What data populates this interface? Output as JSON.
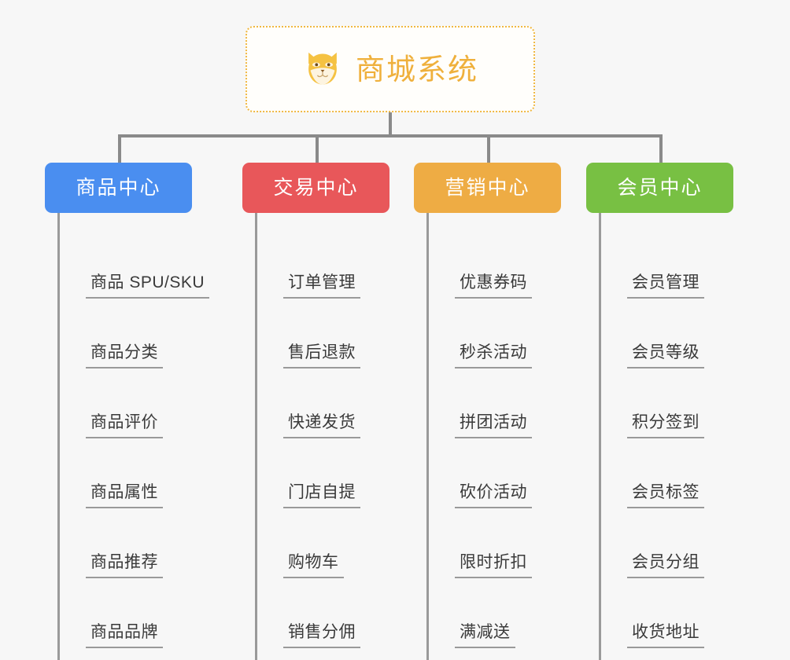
{
  "root": {
    "title": "商城系统",
    "icon": "shiba-dog-face-emoji",
    "border_color": "#f0b842",
    "text_color": "#efb03c"
  },
  "canvas": {
    "background_color": "#f7f7f7",
    "connector_color": "#8a8a8a"
  },
  "branches": [
    {
      "label": "商品中心",
      "color": "#4a8ef0",
      "items": [
        "商品 SPU/SKU",
        "商品分类",
        "商品评价",
        "商品属性",
        "商品推荐",
        "商品品牌"
      ]
    },
    {
      "label": "交易中心",
      "color": "#e8575a",
      "items": [
        "订单管理",
        "售后退款",
        "快递发货",
        "门店自提",
        "购物车",
        "销售分佣"
      ]
    },
    {
      "label": "营销中心",
      "color": "#eeac44",
      "items": [
        "优惠券码",
        "秒杀活动",
        "拼团活动",
        "砍价活动",
        "限时折扣",
        "满减送"
      ]
    },
    {
      "label": "会员中心",
      "color": "#78c043",
      "items": [
        "会员管理",
        "会员等级",
        "积分签到",
        "会员标签",
        "会员分组",
        "收货地址"
      ]
    }
  ]
}
